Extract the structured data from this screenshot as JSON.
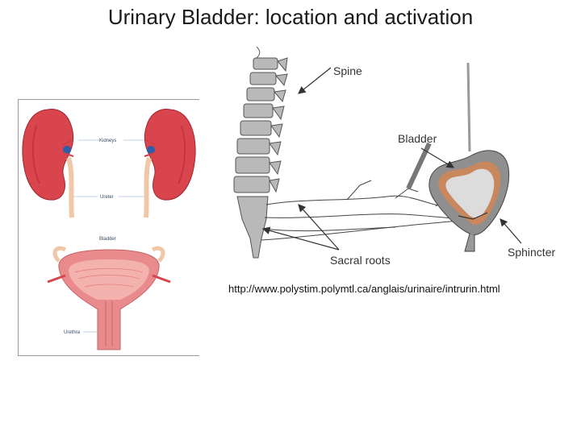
{
  "title": "Urinary Bladder: location and activation",
  "left_figure": {
    "labels": {
      "kidneys": "Kidneys",
      "ureter": "Ureter",
      "bladder": "Bladder",
      "urethra": "Urethra"
    }
  },
  "right_figure": {
    "labels": {
      "spine": "Spine",
      "bladder": "Bladder",
      "sacral_roots": "Sacral roots",
      "sphincter": "Sphincter"
    }
  },
  "source_url": "http://www.polystim.polymtl.ca/anglais/urinaire/intrurin.html",
  "colors": {
    "kidney": "#d8454d",
    "kidney_dark": "#b52a33",
    "ureter": "#f0c8a8",
    "bladder_tissue": "#e98a8c",
    "bladder_inner": "#f4b2ae",
    "vessel_blue": "#2f5da8",
    "bone": "#b9b9b9",
    "line": "#333333"
  }
}
